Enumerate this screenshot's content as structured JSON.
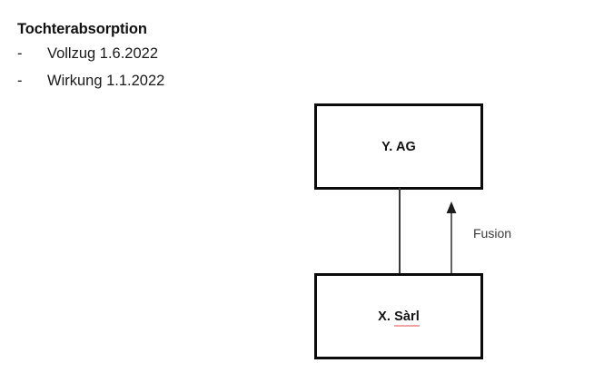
{
  "notes": {
    "title": "Tochterabsorption",
    "bullets": [
      {
        "marker": "-",
        "text": "Vollzug 1.6.2022"
      },
      {
        "marker": "-",
        "text": "Wirkung 1.1.2022"
      }
    ]
  },
  "diagram": {
    "parent_entity": {
      "label": "Y. AG",
      "spellcheck_flagged": ""
    },
    "child_entity": {
      "label_prefix": "X. ",
      "label_flagged": "Sàrl"
    },
    "arrow_label": "Fusion",
    "colors": {
      "box_border": "#0b0b0b",
      "connector": "#3a3a3a",
      "arrow": "#3a3a3a",
      "spellcheck_underline": "#f0a3a3",
      "text": "#111111",
      "background": "#ffffff"
    }
  }
}
